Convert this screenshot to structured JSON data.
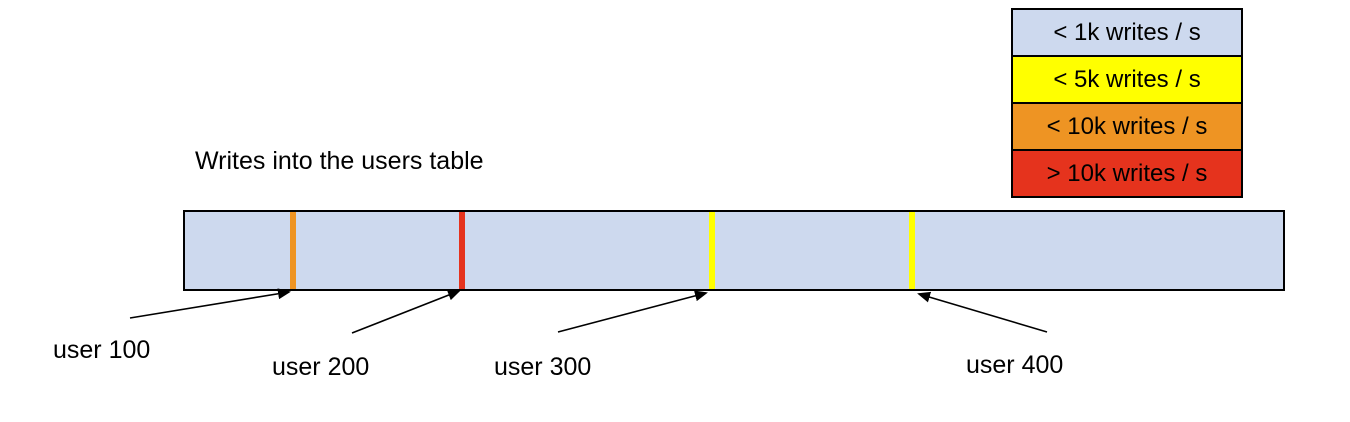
{
  "title": "Writes into the users table",
  "colors": {
    "background": "#ffffff",
    "outline": "#000000",
    "bar_fill": "#cdd9ee",
    "light_blue": "#cdd9ee",
    "yellow": "#ffff00",
    "orange": "#ee9423",
    "red": "#e5331d"
  },
  "legend": {
    "items": [
      {
        "label": "< 1k writes / s"
      },
      {
        "label": "< 5k writes / s"
      },
      {
        "label": "< 10k writes / s"
      },
      {
        "label": "> 10k writes / s"
      }
    ]
  },
  "markers": [
    {
      "label": "user 100",
      "rate": "< 10k writes / s"
    },
    {
      "label": "user 200",
      "rate": "> 10k writes / s"
    },
    {
      "label": "user 300",
      "rate": "< 5k writes / s"
    },
    {
      "label": "user 400",
      "rate": "< 5k writes / s"
    }
  ]
}
